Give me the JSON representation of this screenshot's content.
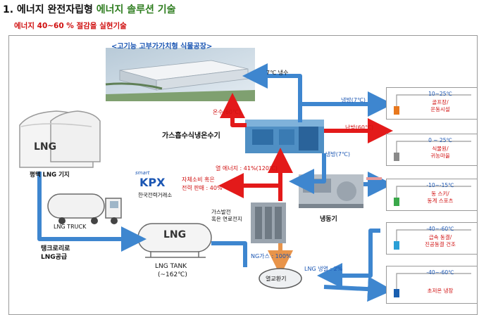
{
  "header": {
    "title_prefix": "1. 에너지 완전자립형 ",
    "title_highlight": "에너지 솔루션 기술",
    "subtitle": "에너지 40~60 % 절감을 실현기술"
  },
  "factory": {
    "caption": "<고기능 고부가가치형 식물공장>"
  },
  "lng_base": {
    "tank_label": "LNG",
    "caption": "평택 LNG 기지"
  },
  "truck": {
    "caption": "LNG TRUCK"
  },
  "truck_supply": {
    "line1": "탱크로리로",
    "line2": "LNG공급"
  },
  "lng_tank": {
    "label": "LNG",
    "caption1": "LNG TANK",
    "caption2": "(~162℃)"
  },
  "absorption": {
    "caption": "가스흡수식냉온수기"
  },
  "cooler": {
    "caption": "냉동기"
  },
  "generator": {
    "caption1": "가스발전",
    "caption2": "혹은 연료전지"
  },
  "exchanger": {
    "label": "열교환기"
  },
  "kpx": {
    "smart": "smart",
    "logo": "KPX",
    "caption": "한국전력거래소"
  },
  "flows": {
    "cold_water": "7℃ 냉수",
    "hot_water": "온수(60℃)",
    "cooling_top": "냉방(7℃)",
    "heating": "난방(60℃)",
    "cooling_mid": "냉방(7℃)",
    "heat_energy": "열 에너지 : 41%(120℃)",
    "self_use_1": "자체소비 혹은",
    "self_use_2": "전력 판매 : 40%",
    "ng_gas": "NG가스 : 100%",
    "lng_cold": "LNG 냉열 : 2%"
  },
  "targets": [
    {
      "range": "10~25℃",
      "name": "골프장/\n운동시설",
      "color": "#e8781e"
    },
    {
      "range": "0 ~ 25℃",
      "name": "식물원/\n귀농마을",
      "color": "#8a8a8a"
    },
    {
      "range": "-10~-15℃",
      "name": "동 스키/\n동계 스포츠",
      "color": "#3aa84a"
    },
    {
      "range": "-40~-60℃",
      "name": "급속 동결/\n진공동결 건조",
      "color": "#2a9fd6"
    },
    {
      "range": "-40~-60℃",
      "name": "초저온 냉장",
      "color": "#1a5fb0"
    }
  ],
  "colors": {
    "blue_pipe": "#3e86cf",
    "red_pipe": "#e31a1a",
    "ng_pipe": "#e8944a",
    "title_green": "#2e7d1f"
  }
}
